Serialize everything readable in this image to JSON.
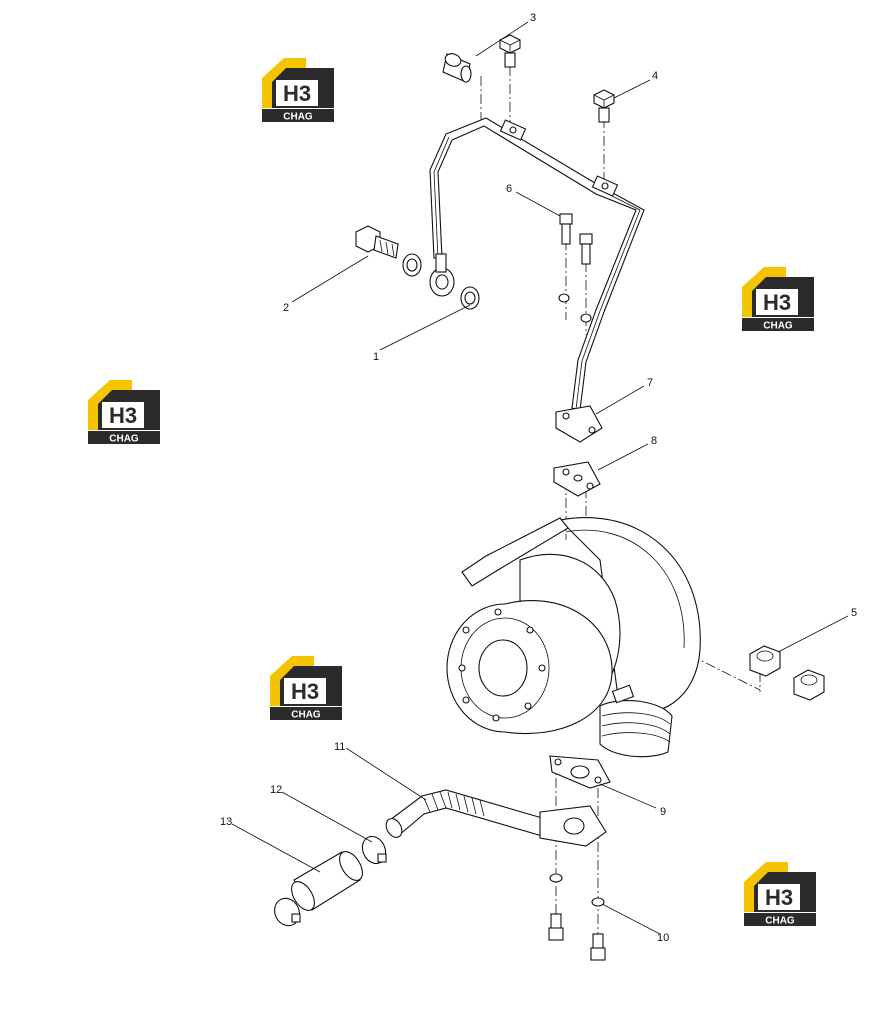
{
  "callouts": [
    "1",
    "2",
    "3",
    "4",
    "5",
    "6",
    "7",
    "8",
    "9",
    "10",
    "11",
    "12",
    "13"
  ],
  "watermark": {
    "letters": "H3",
    "word": "CHAG"
  },
  "colors": {
    "logo_yellow": "#f5c400",
    "logo_dark": "#2b2b2b",
    "line": "#111111"
  }
}
